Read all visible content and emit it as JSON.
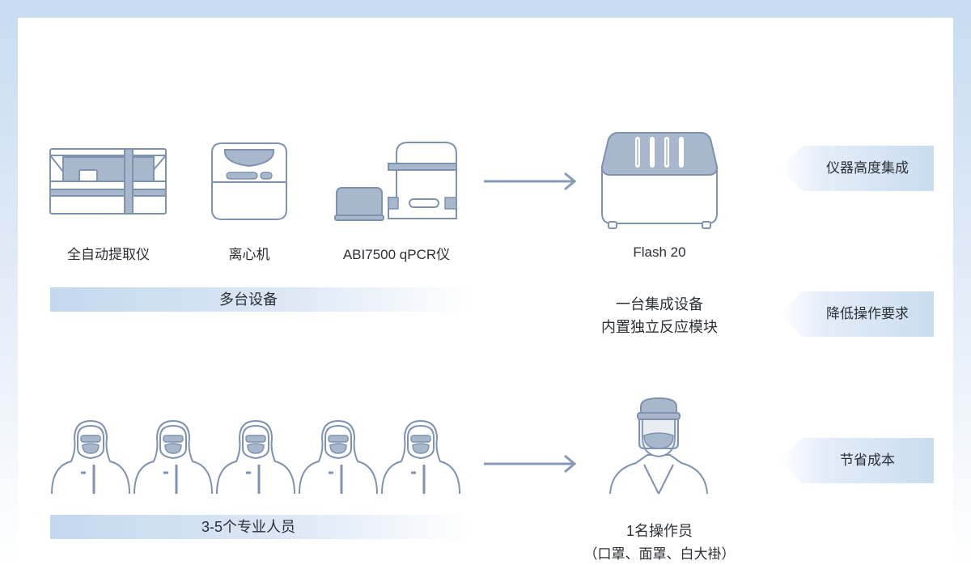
{
  "before": {
    "devices": [
      {
        "label": "全自动提取仪"
      },
      {
        "label": "离心机"
      },
      {
        "label": "ABI7500 qPCR仪"
      }
    ],
    "devices_bar": "多台设备",
    "people_bar": "3-5个专业人员"
  },
  "after": {
    "device_label": "Flash 20",
    "device_desc_line1": "一台集成设备",
    "device_desc_line2": "内置独立反应模块",
    "operator_line1": "1名操作员",
    "operator_line2": "（口罩、面罩、白大褂）"
  },
  "benefits": [
    {
      "label": "仪器高度集成"
    },
    {
      "label": "降低操作要求"
    },
    {
      "label": "节省成本"
    }
  ],
  "colors": {
    "line": "#7f93b0",
    "fill": "#a9b7cc",
    "accent_bar": "#c3d8ee",
    "text": "#2b2f36"
  },
  "icons": {
    "extractor": "automatic-extractor-icon",
    "centrifuge": "centrifuge-icon",
    "qpcr": "qpcr-instrument-icon",
    "flash": "flash20-instrument-icon",
    "worker": "protective-suit-worker-icon",
    "operator": "operator-face-shield-icon",
    "arrow": "right-arrow-icon"
  }
}
